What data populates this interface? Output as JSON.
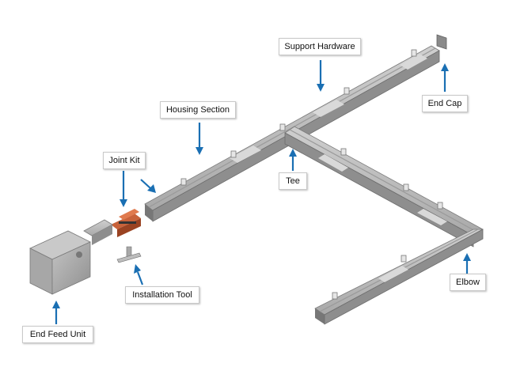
{
  "labels": {
    "support_hardware": "Support Hardware",
    "housing_section": "Housing Section",
    "joint_kit": "Joint Kit",
    "end_cap": "End Cap",
    "tee": "Tee",
    "elbow": "Elbow",
    "installation_tool": "Installation Tool",
    "end_feed_unit": "End Feed Unit"
  },
  "colors": {
    "arrow": "#1a6fb3",
    "rail_top": "#bcbcbc",
    "rail_side": "#8e8e8e",
    "rail_dark": "#6d6d6d",
    "joint": "#c8623a"
  }
}
